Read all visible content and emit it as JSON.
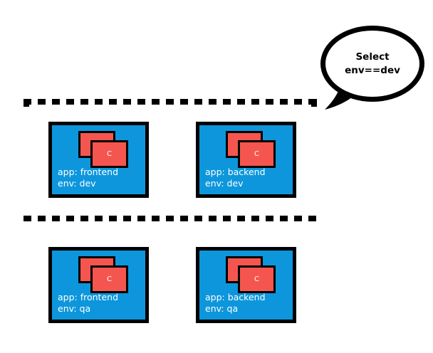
{
  "diagram": {
    "title": "kubernetes-label-selector-diagram",
    "colors": {
      "pod_fill": "#0d96dc",
      "container_fill": "#f4564f",
      "stroke": "#000000",
      "label_text": "#ffffff",
      "callout_text": "#000000",
      "background": "#ffffff"
    },
    "callout": {
      "line1": "Select",
      "line2": "env==dev"
    },
    "selection": {
      "name": "dev-selection-region",
      "style": "dashed"
    },
    "pods": [
      {
        "id": "pod-frontend-dev",
        "app_label": "app: frontend",
        "env_label": "env: dev",
        "container_letter": "C",
        "selected": true
      },
      {
        "id": "pod-backend-dev",
        "app_label": "app: backend",
        "env_label": "env: dev",
        "container_letter": "C",
        "selected": true
      },
      {
        "id": "pod-frontend-qa",
        "app_label": "app: frontend",
        "env_label": "env: qa",
        "container_letter": "C",
        "selected": false
      },
      {
        "id": "pod-backend-qa",
        "app_label": "app: backend",
        "env_label": "env: qa",
        "container_letter": "C",
        "selected": false
      }
    ]
  }
}
